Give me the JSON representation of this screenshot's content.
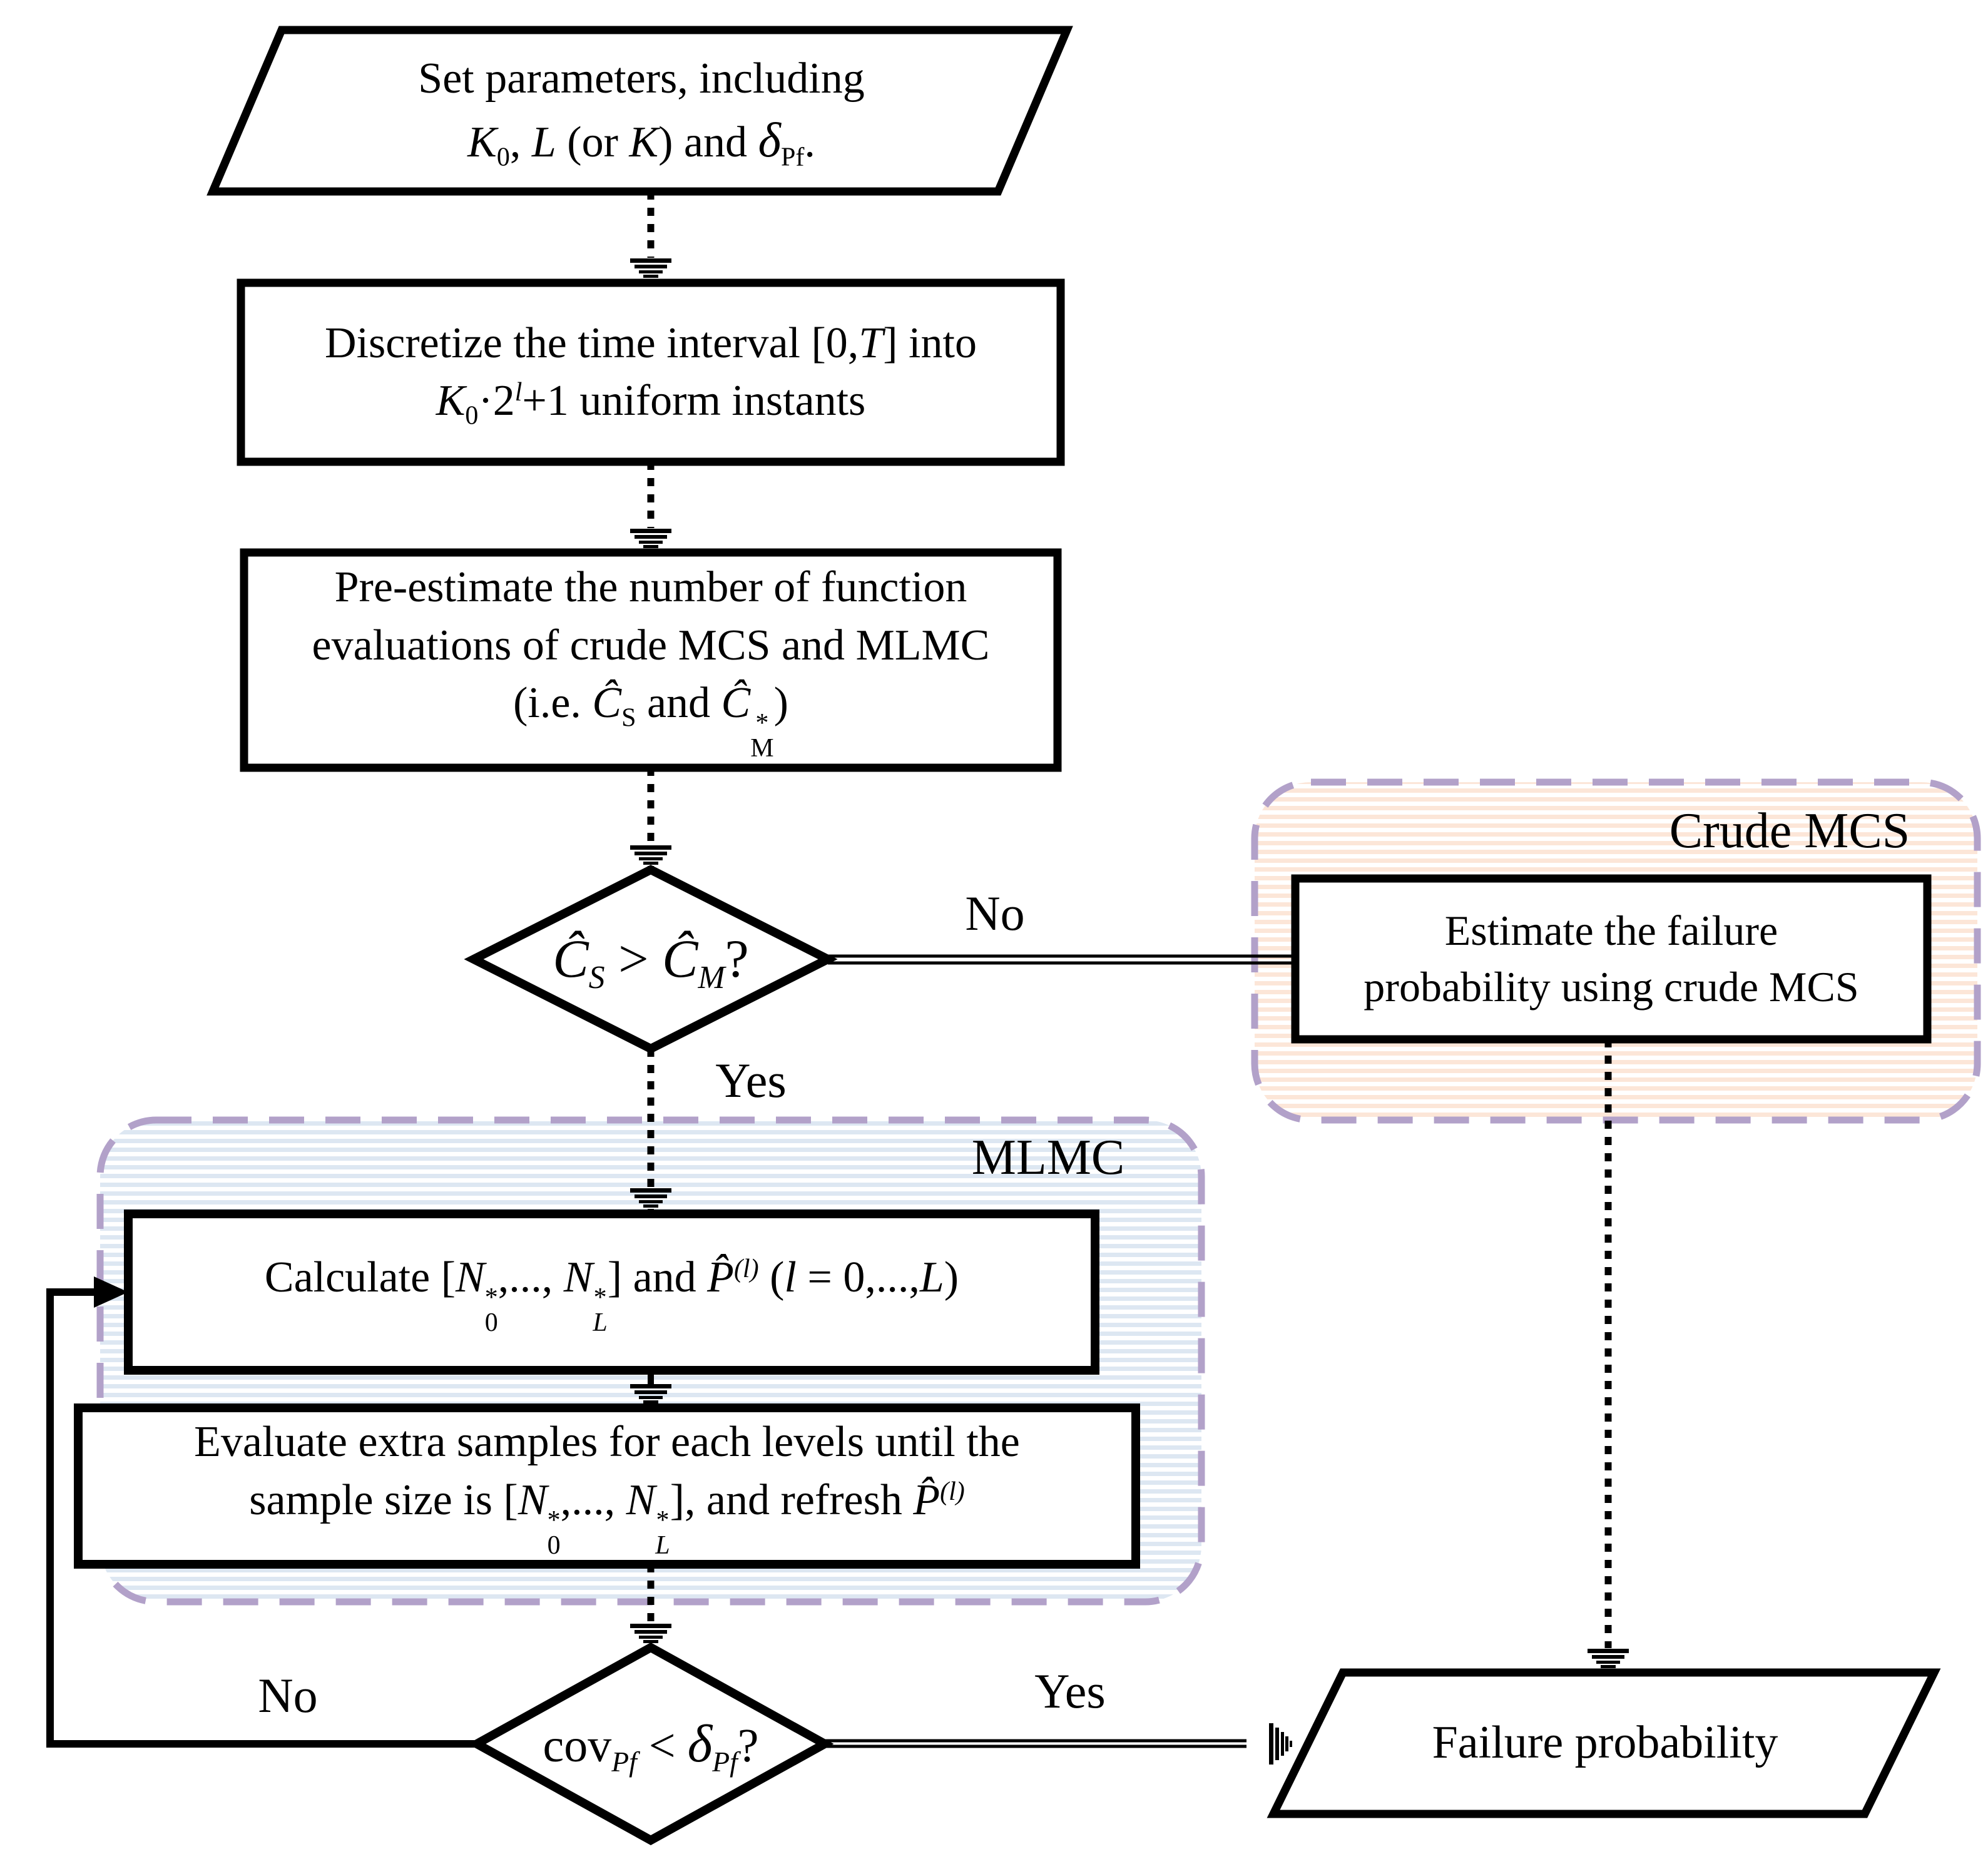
{
  "colors": {
    "ink": "#000000",
    "dash_border": "#b2a1c9",
    "mlmc_stripe": "#dde7f2",
    "crude_stripe": "#fce6d8"
  },
  "nodes": {
    "set_params": {
      "line1": "Set parameters, including",
      "line2": [
        "K",
        "0",
        ", ",
        "L",
        " (or ",
        "K",
        ") and  ",
        "δ",
        "Pf",
        "."
      ]
    },
    "discretize": {
      "line1": [
        "Discretize the time interval  [0,",
        "T",
        "] into"
      ],
      "line2": [
        "K",
        "0",
        "·2",
        "l",
        "+1 uniform instants"
      ]
    },
    "preestimate": {
      "line1": "Pre-estimate the number of function",
      "line2": "evaluations of crude MCS and MLMC",
      "line3": [
        "(i.e. ",
        "Ĉ",
        "S",
        " and ",
        "Ĉ",
        "*",
        "M",
        ")"
      ]
    },
    "decision_cost": [
      "Ĉ",
      "S",
      " > ",
      "Ĉ",
      "M",
      "?"
    ],
    "crude_mcs": {
      "label": "Crude MCS",
      "line1": "Estimate the failure",
      "line2": "probability using crude MCS"
    },
    "mlmc": {
      "label": "MLMC"
    },
    "calculate": [
      "Calculate [",
      "N",
      "*",
      "0",
      ",..., ",
      "N",
      "*",
      "L",
      "] and ",
      "P̂",
      "(l)",
      " (",
      "l",
      " = 0,...,",
      "L",
      ")"
    ],
    "evaluate": {
      "line1": "Evaluate extra samples for each levels until the",
      "line2": [
        "sample size is [",
        "N",
        "*",
        "0",
        ",..., ",
        "N",
        "*",
        "L",
        "], and refresh ",
        "P̂",
        "(l)"
      ]
    },
    "decision_cov": [
      "cov",
      "Pf",
      " < ",
      "δ",
      "Pf",
      "?"
    ],
    "failure": {
      "label": "Failure probability"
    }
  },
  "edges": {
    "no_top": "No",
    "yes_top": "Yes",
    "no_bottom": "No",
    "yes_bottom": "Yes"
  }
}
